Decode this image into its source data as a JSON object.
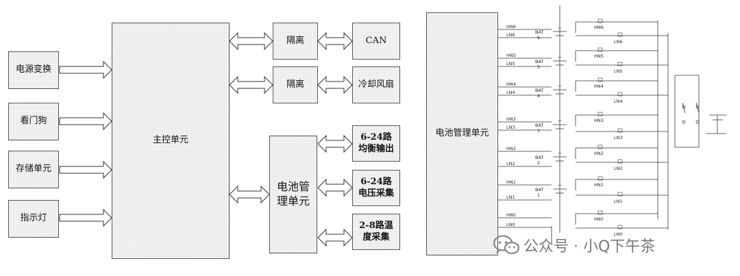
{
  "left_diagram": {
    "main_unit": "主控单元",
    "inputs": [
      "电源变换",
      "看门狗",
      "存储单元",
      "指示灯"
    ],
    "isolation": [
      "隔离",
      "隔离"
    ],
    "outputs": [
      "CAN",
      "冷却风扇"
    ],
    "bms_unit": "电池管理单元",
    "bms_outputs": [
      "6-24路均衡输出",
      "6-24路电压采集",
      "2-8路温度采集"
    ]
  },
  "right_diagram": {
    "bms_unit": "电池管理单元",
    "pins": [
      "HN6",
      "LN6",
      "HN5",
      "LN5",
      "HN4",
      "LN4",
      "HN3",
      "LN3",
      "HN2",
      "LN2",
      "HN1",
      "LN1",
      "HN0",
      "LN0"
    ],
    "bat_labels": [
      "BAT",
      "BAT",
      "BAT",
      "BAT",
      "BAT",
      "BAT"
    ],
    "bat_numbers": [
      "6",
      "5",
      "4",
      "3",
      "2",
      "1"
    ],
    "switch_high": [
      "HN6",
      "HN5",
      "HN4",
      "HN3",
      "HN2",
      "HN1",
      "HN0"
    ],
    "switch_low": [
      "LN6",
      "LN5",
      "LN4",
      "LN3",
      "LN2",
      "LN1",
      "LN0"
    ]
  },
  "watermark": "公众号 · 小Q下午茶",
  "colors": {
    "line": "#333333",
    "box_fill": "#f3f3f3",
    "arrow_fill": "#ffffff"
  }
}
